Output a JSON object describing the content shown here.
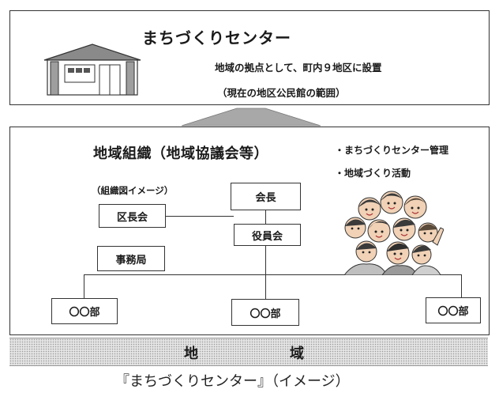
{
  "center": {
    "title": "まちづくりセンター",
    "desc_line1": "地域の拠点として、町内９地区に設置",
    "desc_line2": "（現在の地区公民館の範囲）",
    "icon": "building-icon"
  },
  "organization": {
    "title": "地域組織（地域協議会等）",
    "roles": [
      "・まちづくりセンター管理",
      "・地域づくり活動"
    ],
    "chart_label": "（組織図イメージ）",
    "nodes": {
      "chairman": "会長",
      "officers": "役員会",
      "ward_heads": "区長会",
      "secretariat": "事務局",
      "dept_left": "〇〇部",
      "dept_center": "〇〇部",
      "dept_right": "〇〇部"
    },
    "illustration": "people-crowd-icon"
  },
  "region": {
    "label_left": "地",
    "label_right": "域"
  },
  "caption": "『まちづくりセンター』（イメージ）",
  "colors": {
    "pattern": "#e4e4e4",
    "line": "#333333"
  }
}
